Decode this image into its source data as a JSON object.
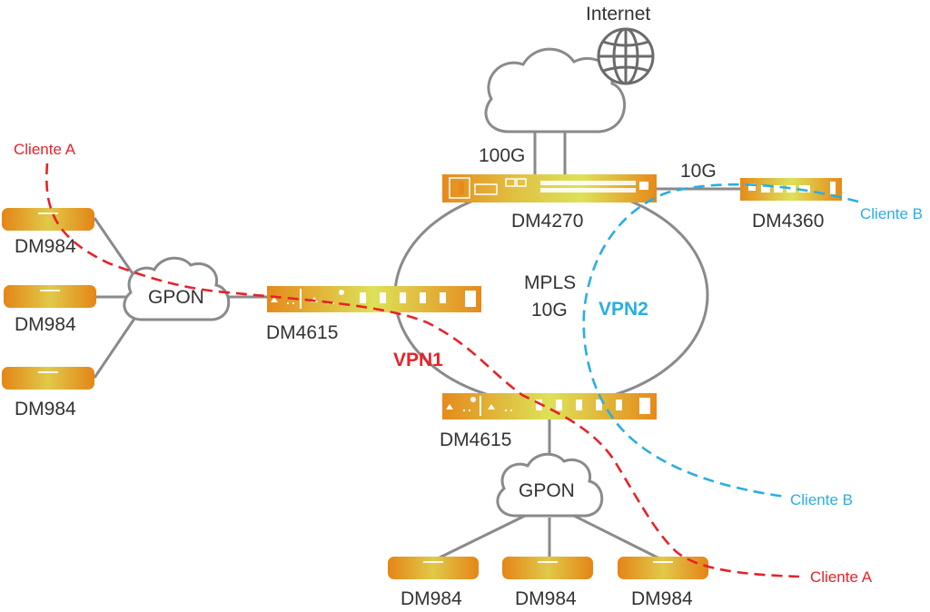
{
  "labels": {
    "internet": "Internet",
    "link_100g": "100G",
    "link_10g": "10G",
    "dm4270": "DM4270",
    "dm4360": "DM4360",
    "dm4615_top": "DM4615",
    "dm4615_bottom": "DM4615",
    "mpls_line1": "MPLS",
    "mpls_line2": "10G",
    "vpn1": "VPN1",
    "vpn2": "VPN2",
    "gpon_left": "GPON",
    "gpon_bottom": "GPON",
    "cliente_a_top": "Cliente A",
    "cliente_a_bottom": "Cliente A",
    "cliente_b_top": "Cliente B",
    "cliente_b_bottom": "Cliente B",
    "onu_left": [
      "DM984",
      "DM984",
      "DM984"
    ],
    "onu_bottom": [
      "DM984",
      "DM984",
      "DM984"
    ]
  },
  "colors": {
    "line": "#8a8a8a",
    "device_dark": "#e48a1c",
    "device_light": "#dfe25a",
    "vpn1": "#e52329",
    "vpn2": "#29aee4",
    "text": "#333333"
  },
  "icons": {
    "internet": "globe-icon",
    "cloud": "cloud-icon"
  }
}
